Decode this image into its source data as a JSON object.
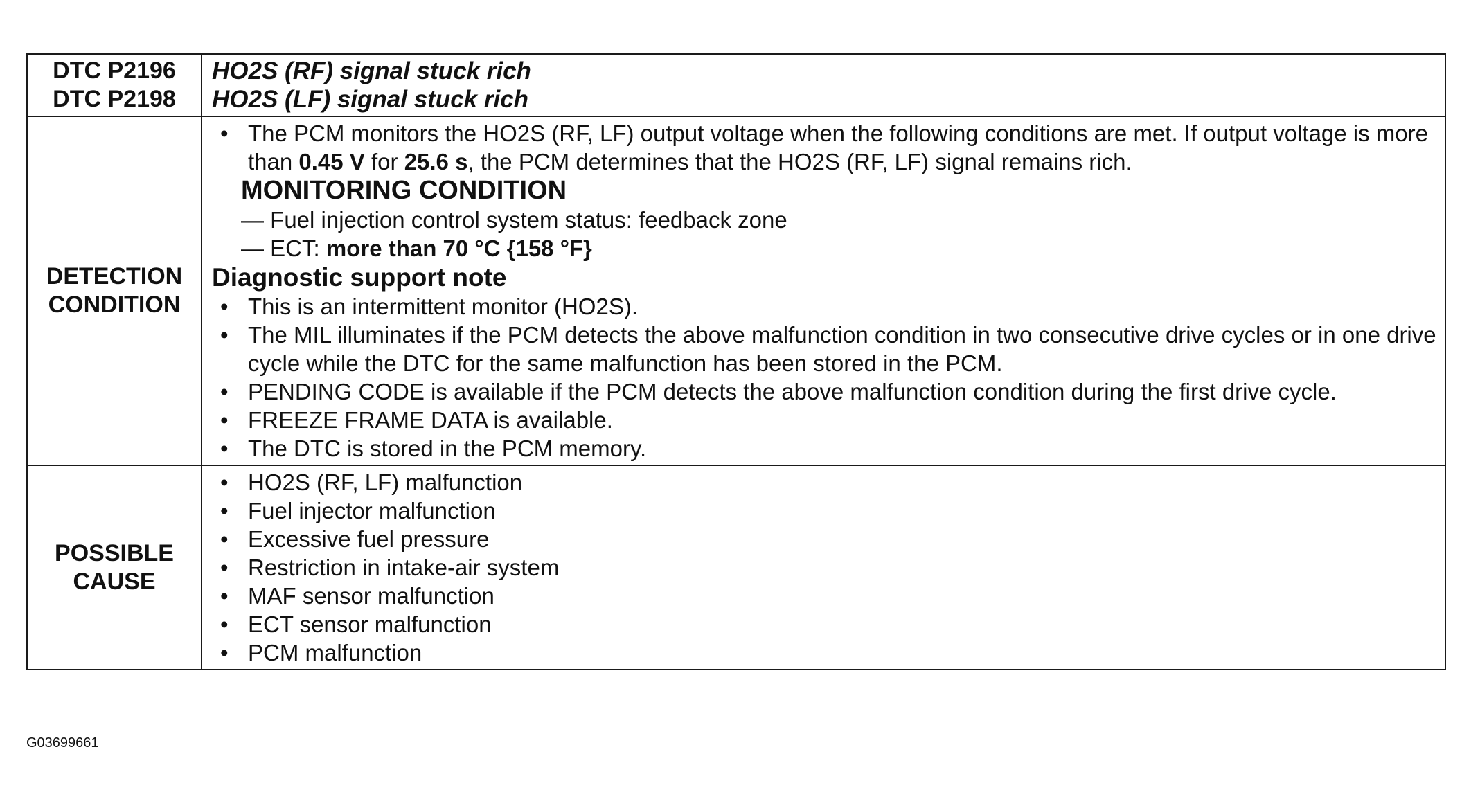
{
  "header": {
    "codes": [
      "DTC P2196",
      "DTC P2198"
    ],
    "titles": [
      "HO2S (RF) signal stuck rich",
      "HO2S (LF) signal stuck rich"
    ]
  },
  "detection": {
    "label": [
      "DETECTION",
      "CONDITION"
    ],
    "intro": {
      "t1": "The PCM monitors the HO2S (RF, LF) output voltage when the following conditions are met. If output voltage is more than ",
      "b1": "0.45 V",
      "t2": " for ",
      "b2": "25.6 s",
      "t3": ", the PCM determines that the HO2S (RF, LF) signal remains rich."
    },
    "monitoring_heading": "MONITORING CONDITION",
    "monitoring_items": [
      {
        "text": "— Fuel injection control system status: feedback zone",
        "bold": ""
      },
      {
        "text": "— ECT: ",
        "bold": "more than 70 °C {158 °F}"
      }
    ],
    "support_heading": "Diagnostic support note",
    "support_items": [
      "This is an intermittent monitor (HO2S).",
      "The MIL illuminates if the PCM detects the above malfunction condition in two consecutive drive cycles or in one drive cycle while the DTC for the same malfunction has been stored in the PCM.",
      "PENDING CODE is available if the PCM detects the above malfunction condition during the first drive cycle.",
      "FREEZE FRAME DATA is available.",
      "The DTC is stored in the PCM memory."
    ]
  },
  "possible_cause": {
    "label": [
      "POSSIBLE",
      "CAUSE"
    ],
    "items": [
      "HO2S (RF, LF) malfunction",
      "Fuel injector malfunction",
      "Excessive fuel pressure",
      "Restriction in intake-air system",
      "MAF sensor malfunction",
      "ECT sensor malfunction",
      "PCM malfunction"
    ]
  },
  "figure_id": "G03699661"
}
